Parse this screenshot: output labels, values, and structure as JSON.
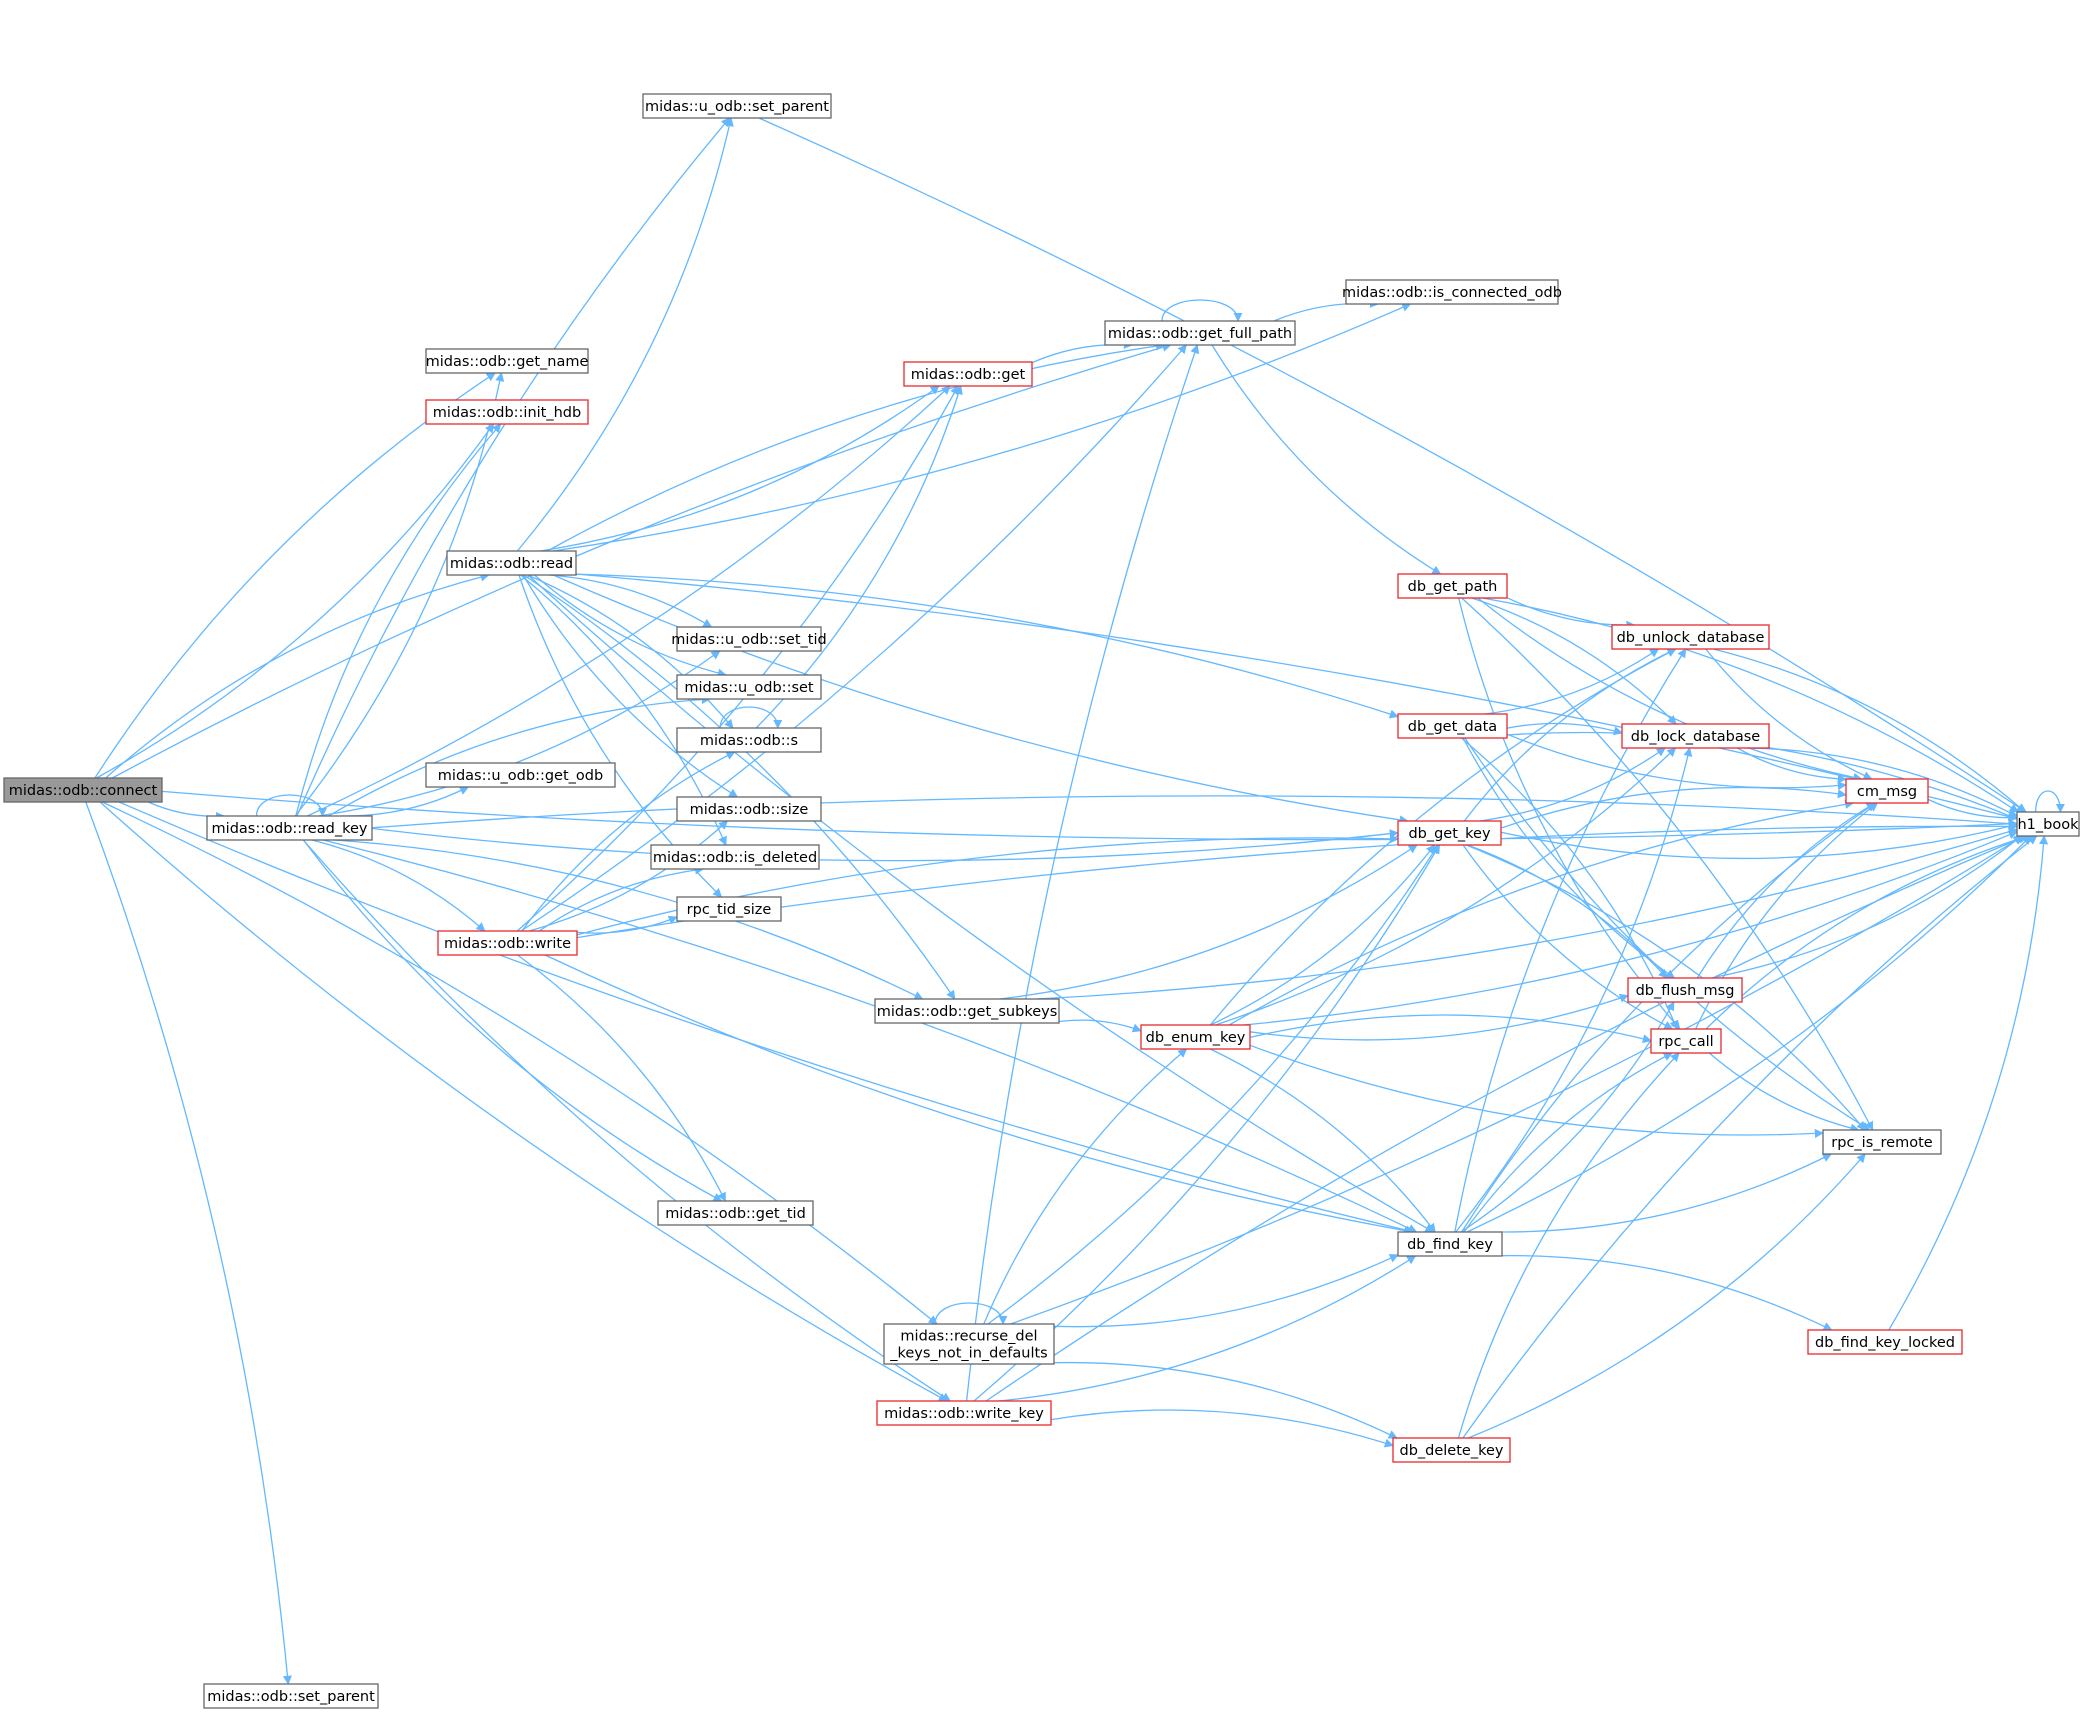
{
  "colors": {
    "edge": "#63b8ff",
    "node_border": "#666666",
    "node_border_incomplete": "#e8292d",
    "root_fill": "#999999"
  },
  "nodes": [
    {
      "id": "connect",
      "lines": [
        "midas::odb::connect"
      ],
      "kind": "root"
    },
    {
      "id": "read_key",
      "lines": [
        "midas::odb::read_key"
      ]
    },
    {
      "id": "read",
      "lines": [
        "midas::odb::read"
      ]
    },
    {
      "id": "get_name",
      "lines": [
        "midas::odb::get_name"
      ]
    },
    {
      "id": "init_hdb",
      "lines": [
        "midas::odb::init_hdb"
      ],
      "kind": "red"
    },
    {
      "id": "u_set_parent",
      "lines": [
        "midas::u_odb::set_parent"
      ]
    },
    {
      "id": "set_tid",
      "lines": [
        "midas::u_odb::set_tid"
      ]
    },
    {
      "id": "u_set",
      "lines": [
        "midas::u_odb::set"
      ]
    },
    {
      "id": "s",
      "lines": [
        "midas::odb::s"
      ]
    },
    {
      "id": "get_odb",
      "lines": [
        "midas::u_odb::get_odb"
      ]
    },
    {
      "id": "size",
      "lines": [
        "midas::odb::size"
      ]
    },
    {
      "id": "is_deleted",
      "lines": [
        "midas::odb::is_deleted"
      ]
    },
    {
      "id": "rpc_tid_size",
      "lines": [
        "rpc_tid_size"
      ]
    },
    {
      "id": "write",
      "lines": [
        "midas::odb::write"
      ],
      "kind": "red"
    },
    {
      "id": "get_tid",
      "lines": [
        "midas::odb::get_tid"
      ]
    },
    {
      "id": "set_parent",
      "lines": [
        "midas::odb::set_parent"
      ]
    },
    {
      "id": "get",
      "lines": [
        "midas::odb::get"
      ],
      "kind": "red"
    },
    {
      "id": "get_full_path",
      "lines": [
        "midas::odb::get_full_path"
      ]
    },
    {
      "id": "is_connected",
      "lines": [
        "midas::odb::is_connected_odb"
      ]
    },
    {
      "id": "get_subkeys",
      "lines": [
        "midas::odb::get_subkeys"
      ]
    },
    {
      "id": "recurse",
      "lines": [
        "midas::recurse_del",
        "_keys_not_in_defaults"
      ]
    },
    {
      "id": "write_key",
      "lines": [
        "midas::odb::write_key"
      ],
      "kind": "red"
    },
    {
      "id": "db_get_path",
      "lines": [
        "db_get_path"
      ],
      "kind": "red"
    },
    {
      "id": "db_get_data",
      "lines": [
        "db_get_data"
      ],
      "kind": "red"
    },
    {
      "id": "db_get_key",
      "lines": [
        "db_get_key"
      ],
      "kind": "red"
    },
    {
      "id": "db_enum_key",
      "lines": [
        "db_enum_key"
      ],
      "kind": "red"
    },
    {
      "id": "db_find_key",
      "lines": [
        "db_find_key"
      ]
    },
    {
      "id": "db_delete_key",
      "lines": [
        "db_delete_key"
      ],
      "kind": "red"
    },
    {
      "id": "db_unlock",
      "lines": [
        "db_unlock_database"
      ],
      "kind": "red"
    },
    {
      "id": "db_lock",
      "lines": [
        "db_lock_database"
      ],
      "kind": "red"
    },
    {
      "id": "cm_msg",
      "lines": [
        "cm_msg"
      ],
      "kind": "red"
    },
    {
      "id": "db_flush_msg",
      "lines": [
        "db_flush_msg"
      ],
      "kind": "red"
    },
    {
      "id": "rpc_call",
      "lines": [
        "rpc_call"
      ],
      "kind": "red"
    },
    {
      "id": "rpc_is_remote",
      "lines": [
        "rpc_is_remote"
      ]
    },
    {
      "id": "db_find_key_locked",
      "lines": [
        "db_find_key_locked"
      ],
      "kind": "red"
    },
    {
      "id": "h1_book",
      "lines": [
        "h1_book"
      ]
    }
  ],
  "edges": [
    [
      "connect",
      "get_name"
    ],
    [
      "connect",
      "init_hdb"
    ],
    [
      "connect",
      "read"
    ],
    [
      "connect",
      "read_key"
    ],
    [
      "connect",
      "get_full_path"
    ],
    [
      "connect",
      "h1_book"
    ],
    [
      "connect",
      "set_parent"
    ],
    [
      "connect",
      "write_key"
    ],
    [
      "connect",
      "recurse"
    ],
    [
      "connect",
      "db_find_key"
    ],
    [
      "read_key",
      "read_key"
    ],
    [
      "read_key",
      "get_name"
    ],
    [
      "read_key",
      "init_hdb"
    ],
    [
      "read_key",
      "set_tid"
    ],
    [
      "read_key",
      "u_set"
    ],
    [
      "read_key",
      "get_odb"
    ],
    [
      "read_key",
      "write"
    ],
    [
      "read_key",
      "get_tid"
    ],
    [
      "read_key",
      "u_set_parent"
    ],
    [
      "read_key",
      "get"
    ],
    [
      "read_key",
      "get_subkeys"
    ],
    [
      "read_key",
      "db_get_key"
    ],
    [
      "read_key",
      "db_find_key"
    ],
    [
      "read_key",
      "write_key"
    ],
    [
      "read_key",
      "h1_book"
    ],
    [
      "read",
      "u_set_parent"
    ],
    [
      "read",
      "h1_book"
    ],
    [
      "read",
      "is_connected"
    ],
    [
      "read",
      "get_full_path"
    ],
    [
      "read",
      "get"
    ],
    [
      "read",
      "db_get_data"
    ],
    [
      "read",
      "db_get_key"
    ],
    [
      "read",
      "set_tid"
    ],
    [
      "read",
      "u_set"
    ],
    [
      "read",
      "s"
    ],
    [
      "read",
      "size"
    ],
    [
      "read",
      "is_deleted"
    ],
    [
      "read",
      "rpc_tid_size"
    ],
    [
      "read",
      "get_subkeys"
    ],
    [
      "read",
      "db_find_key"
    ],
    [
      "write",
      "s"
    ],
    [
      "write",
      "size"
    ],
    [
      "write",
      "is_deleted"
    ],
    [
      "write",
      "rpc_tid_size"
    ],
    [
      "write",
      "get_tid"
    ],
    [
      "write",
      "get_full_path"
    ],
    [
      "write",
      "db_get_key"
    ],
    [
      "write",
      "db_find_key"
    ],
    [
      "write",
      "h1_book"
    ],
    [
      "write",
      "get"
    ],
    [
      "s",
      "s"
    ],
    [
      "s",
      "get"
    ],
    [
      "get",
      "get_full_path"
    ],
    [
      "get_full_path",
      "get_full_path"
    ],
    [
      "get_full_path",
      "is_connected"
    ],
    [
      "get_full_path",
      "db_get_path"
    ],
    [
      "u_set_parent",
      "h1_book"
    ],
    [
      "get_subkeys",
      "db_get_key"
    ],
    [
      "get_subkeys",
      "db_enum_key"
    ],
    [
      "get_subkeys",
      "h1_book"
    ],
    [
      "recurse",
      "recurse"
    ],
    [
      "recurse",
      "db_find_key"
    ],
    [
      "recurse",
      "db_enum_key"
    ],
    [
      "recurse",
      "db_get_key"
    ],
    [
      "recurse",
      "db_delete_key"
    ],
    [
      "recurse",
      "h1_book"
    ],
    [
      "write_key",
      "get_full_path"
    ],
    [
      "write_key",
      "db_find_key"
    ],
    [
      "write_key",
      "db_delete_key"
    ],
    [
      "write_key",
      "db_get_key"
    ],
    [
      "write_key",
      "h1_book"
    ],
    [
      "db_get_path",
      "db_unlock"
    ],
    [
      "db_get_path",
      "db_lock"
    ],
    [
      "db_get_path",
      "cm_msg"
    ],
    [
      "db_get_path",
      "h1_book"
    ],
    [
      "db_get_path",
      "rpc_call"
    ],
    [
      "db_get_path",
      "rpc_is_remote"
    ],
    [
      "db_get_data",
      "db_unlock"
    ],
    [
      "db_get_data",
      "db_lock"
    ],
    [
      "db_get_data",
      "cm_msg"
    ],
    [
      "db_get_data",
      "h1_book"
    ],
    [
      "db_get_data",
      "db_flush_msg"
    ],
    [
      "db_get_data",
      "rpc_call"
    ],
    [
      "db_get_data",
      "rpc_is_remote"
    ],
    [
      "db_get_key",
      "db_unlock"
    ],
    [
      "db_get_key",
      "db_lock"
    ],
    [
      "db_get_key",
      "cm_msg"
    ],
    [
      "db_get_key",
      "h1_book"
    ],
    [
      "db_get_key",
      "db_flush_msg"
    ],
    [
      "db_get_key",
      "rpc_call"
    ],
    [
      "db_get_key",
      "rpc_is_remote"
    ],
    [
      "db_enum_key",
      "db_get_key"
    ],
    [
      "db_enum_key",
      "db_unlock"
    ],
    [
      "db_enum_key",
      "db_lock"
    ],
    [
      "db_enum_key",
      "cm_msg"
    ],
    [
      "db_enum_key",
      "db_flush_msg"
    ],
    [
      "db_enum_key",
      "rpc_call"
    ],
    [
      "db_enum_key",
      "rpc_is_remote"
    ],
    [
      "db_enum_key",
      "db_find_key"
    ],
    [
      "db_enum_key",
      "h1_book"
    ],
    [
      "db_find_key",
      "db_unlock"
    ],
    [
      "db_find_key",
      "db_lock"
    ],
    [
      "db_find_key",
      "cm_msg"
    ],
    [
      "db_find_key",
      "db_flush_msg"
    ],
    [
      "db_find_key",
      "rpc_call"
    ],
    [
      "db_find_key",
      "rpc_is_remote"
    ],
    [
      "db_find_key",
      "db_find_key_locked"
    ],
    [
      "db_find_key",
      "h1_book"
    ],
    [
      "db_delete_key",
      "rpc_call"
    ],
    [
      "db_delete_key",
      "rpc_is_remote"
    ],
    [
      "db_delete_key",
      "h1_book"
    ],
    [
      "db_unlock",
      "cm_msg"
    ],
    [
      "db_unlock",
      "h1_book"
    ],
    [
      "db_lock",
      "cm_msg"
    ],
    [
      "db_lock",
      "h1_book"
    ],
    [
      "cm_msg",
      "h1_book"
    ],
    [
      "db_flush_msg",
      "cm_msg"
    ],
    [
      "db_flush_msg",
      "h1_book"
    ],
    [
      "rpc_call",
      "cm_msg"
    ],
    [
      "rpc_call",
      "rpc_is_remote"
    ],
    [
      "rpc_call",
      "h1_book"
    ],
    [
      "db_find_key_locked",
      "h1_book"
    ],
    [
      "h1_book",
      "h1_book"
    ]
  ]
}
